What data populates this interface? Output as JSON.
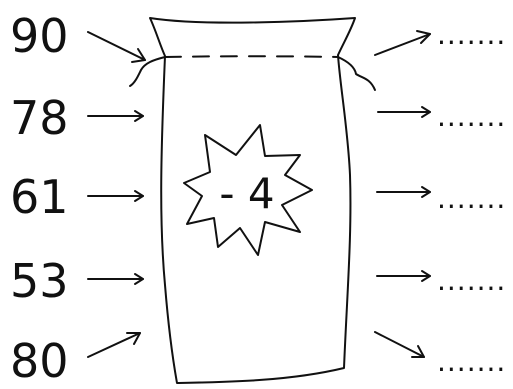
{
  "inputs": [
    "90",
    "78",
    "61",
    "53",
    "80"
  ],
  "outputs": [
    ".......",
    ".......",
    ".......",
    ".......",
    "......."
  ],
  "operation": "- 4"
}
